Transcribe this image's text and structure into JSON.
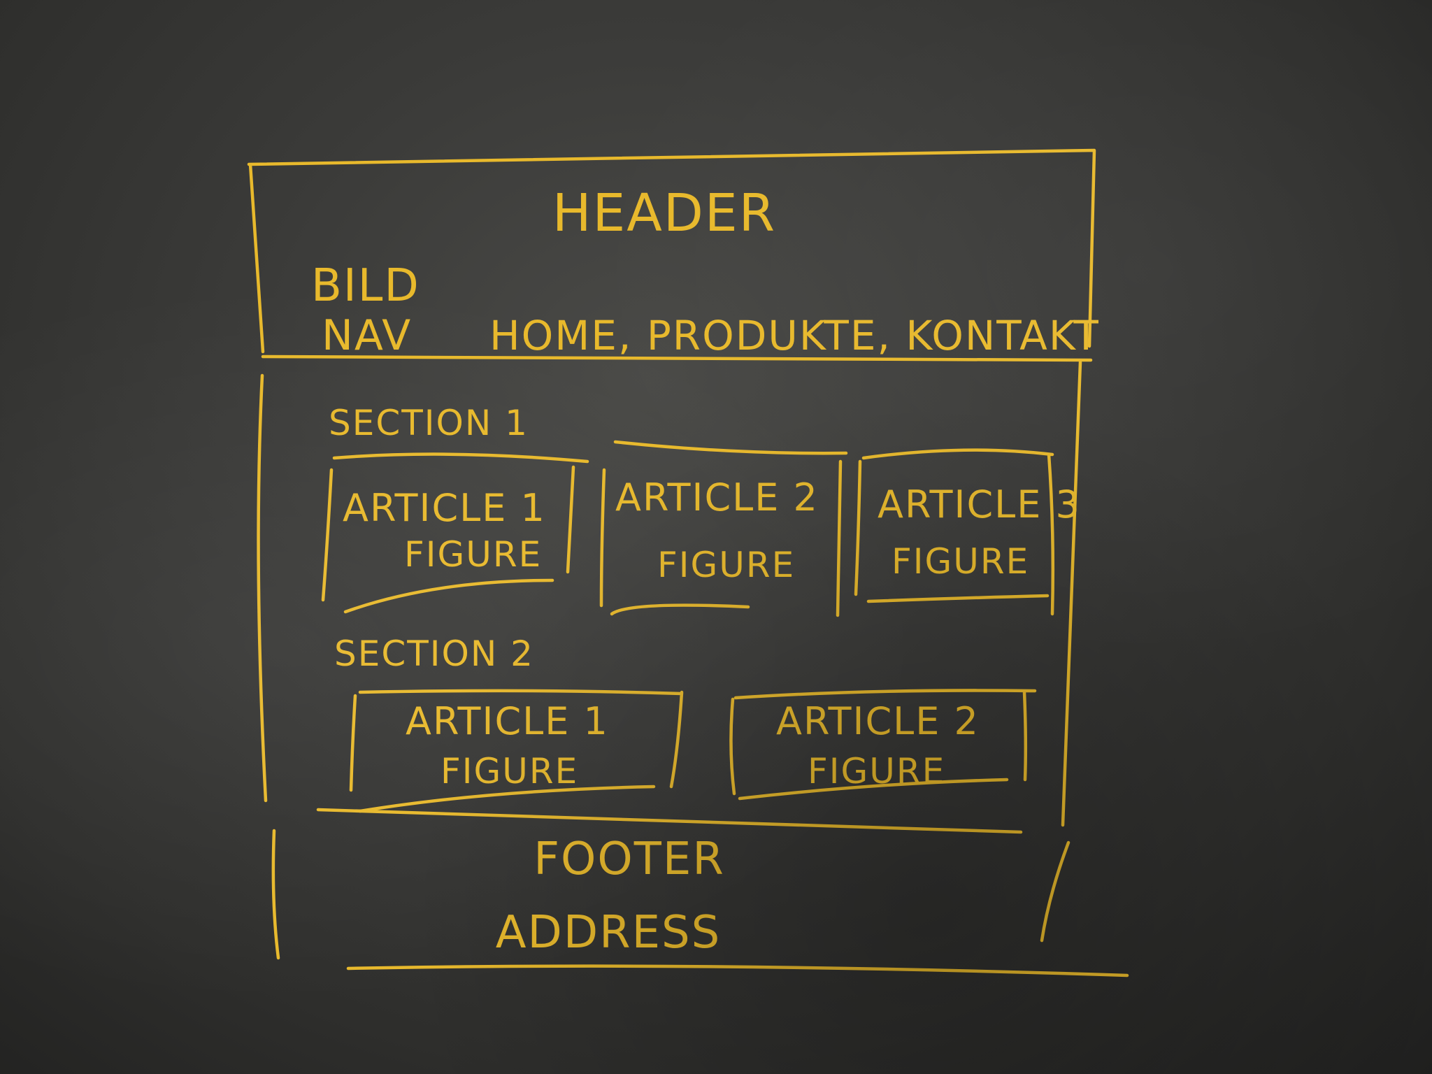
{
  "colors": {
    "chalk": "#e8b92c",
    "board": "#333331"
  },
  "header": {
    "title": "HEADER",
    "bild": "BILD",
    "nav_label": "NAV",
    "nav_items": "HOME, PRODUKTE, KONTAKT"
  },
  "section1": {
    "title": "SECTION 1",
    "articles": [
      {
        "title": "ARTICLE 1",
        "figure": "FIGURE"
      },
      {
        "title": "ARTICLE 2",
        "figure": "FIGURE"
      },
      {
        "title": "ARTICLE 3",
        "figure": "FIGURE"
      }
    ]
  },
  "section2": {
    "title": "SECTION 2",
    "articles": [
      {
        "title": "ARTICLE 1",
        "figure": "FIGURE"
      },
      {
        "title": "ARTICLE 2",
        "figure": "FIGURE"
      }
    ]
  },
  "footer": {
    "title": "FOOTER",
    "address": "ADDRESS"
  }
}
